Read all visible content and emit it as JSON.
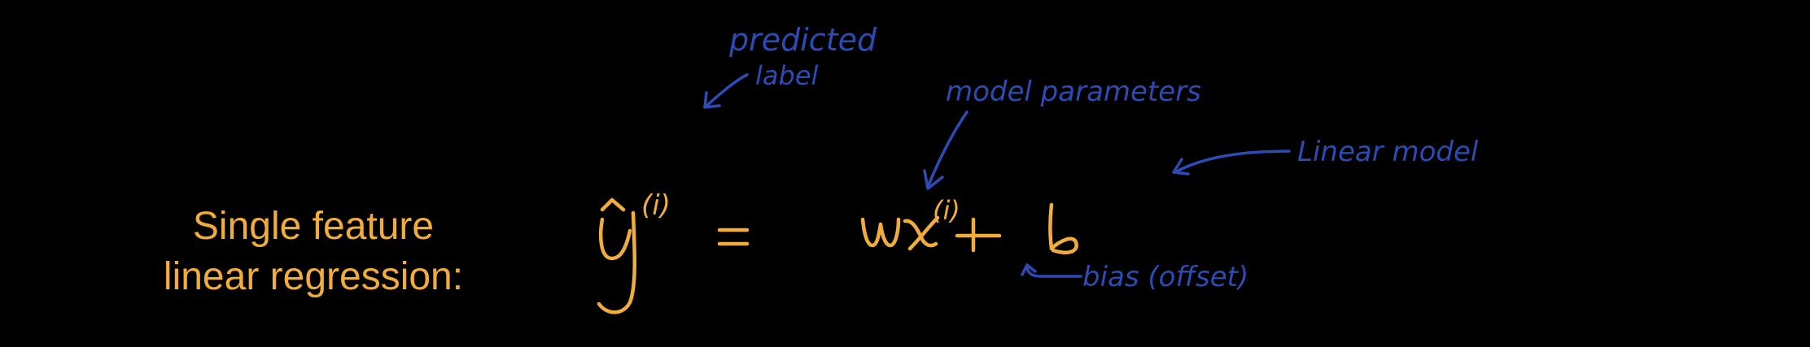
{
  "title": {
    "line1": "Single feature",
    "line2": "linear regression:"
  },
  "equation": {
    "lhs_symbol": "y",
    "hat_mark": "^",
    "index_superscript": "(i)",
    "equals": "=",
    "weight": "w",
    "feature": "x",
    "plus": "+",
    "bias": "b"
  },
  "annotations": {
    "predicted": "predicted",
    "label": "label",
    "model_parameters": "model parameters",
    "linear_model": "Linear model",
    "bias_offset": "bias (offset)"
  },
  "colors": {
    "background": "#000000",
    "equation_ink": "#f1ad3c",
    "annotation_ink": "#2c4bb4"
  }
}
